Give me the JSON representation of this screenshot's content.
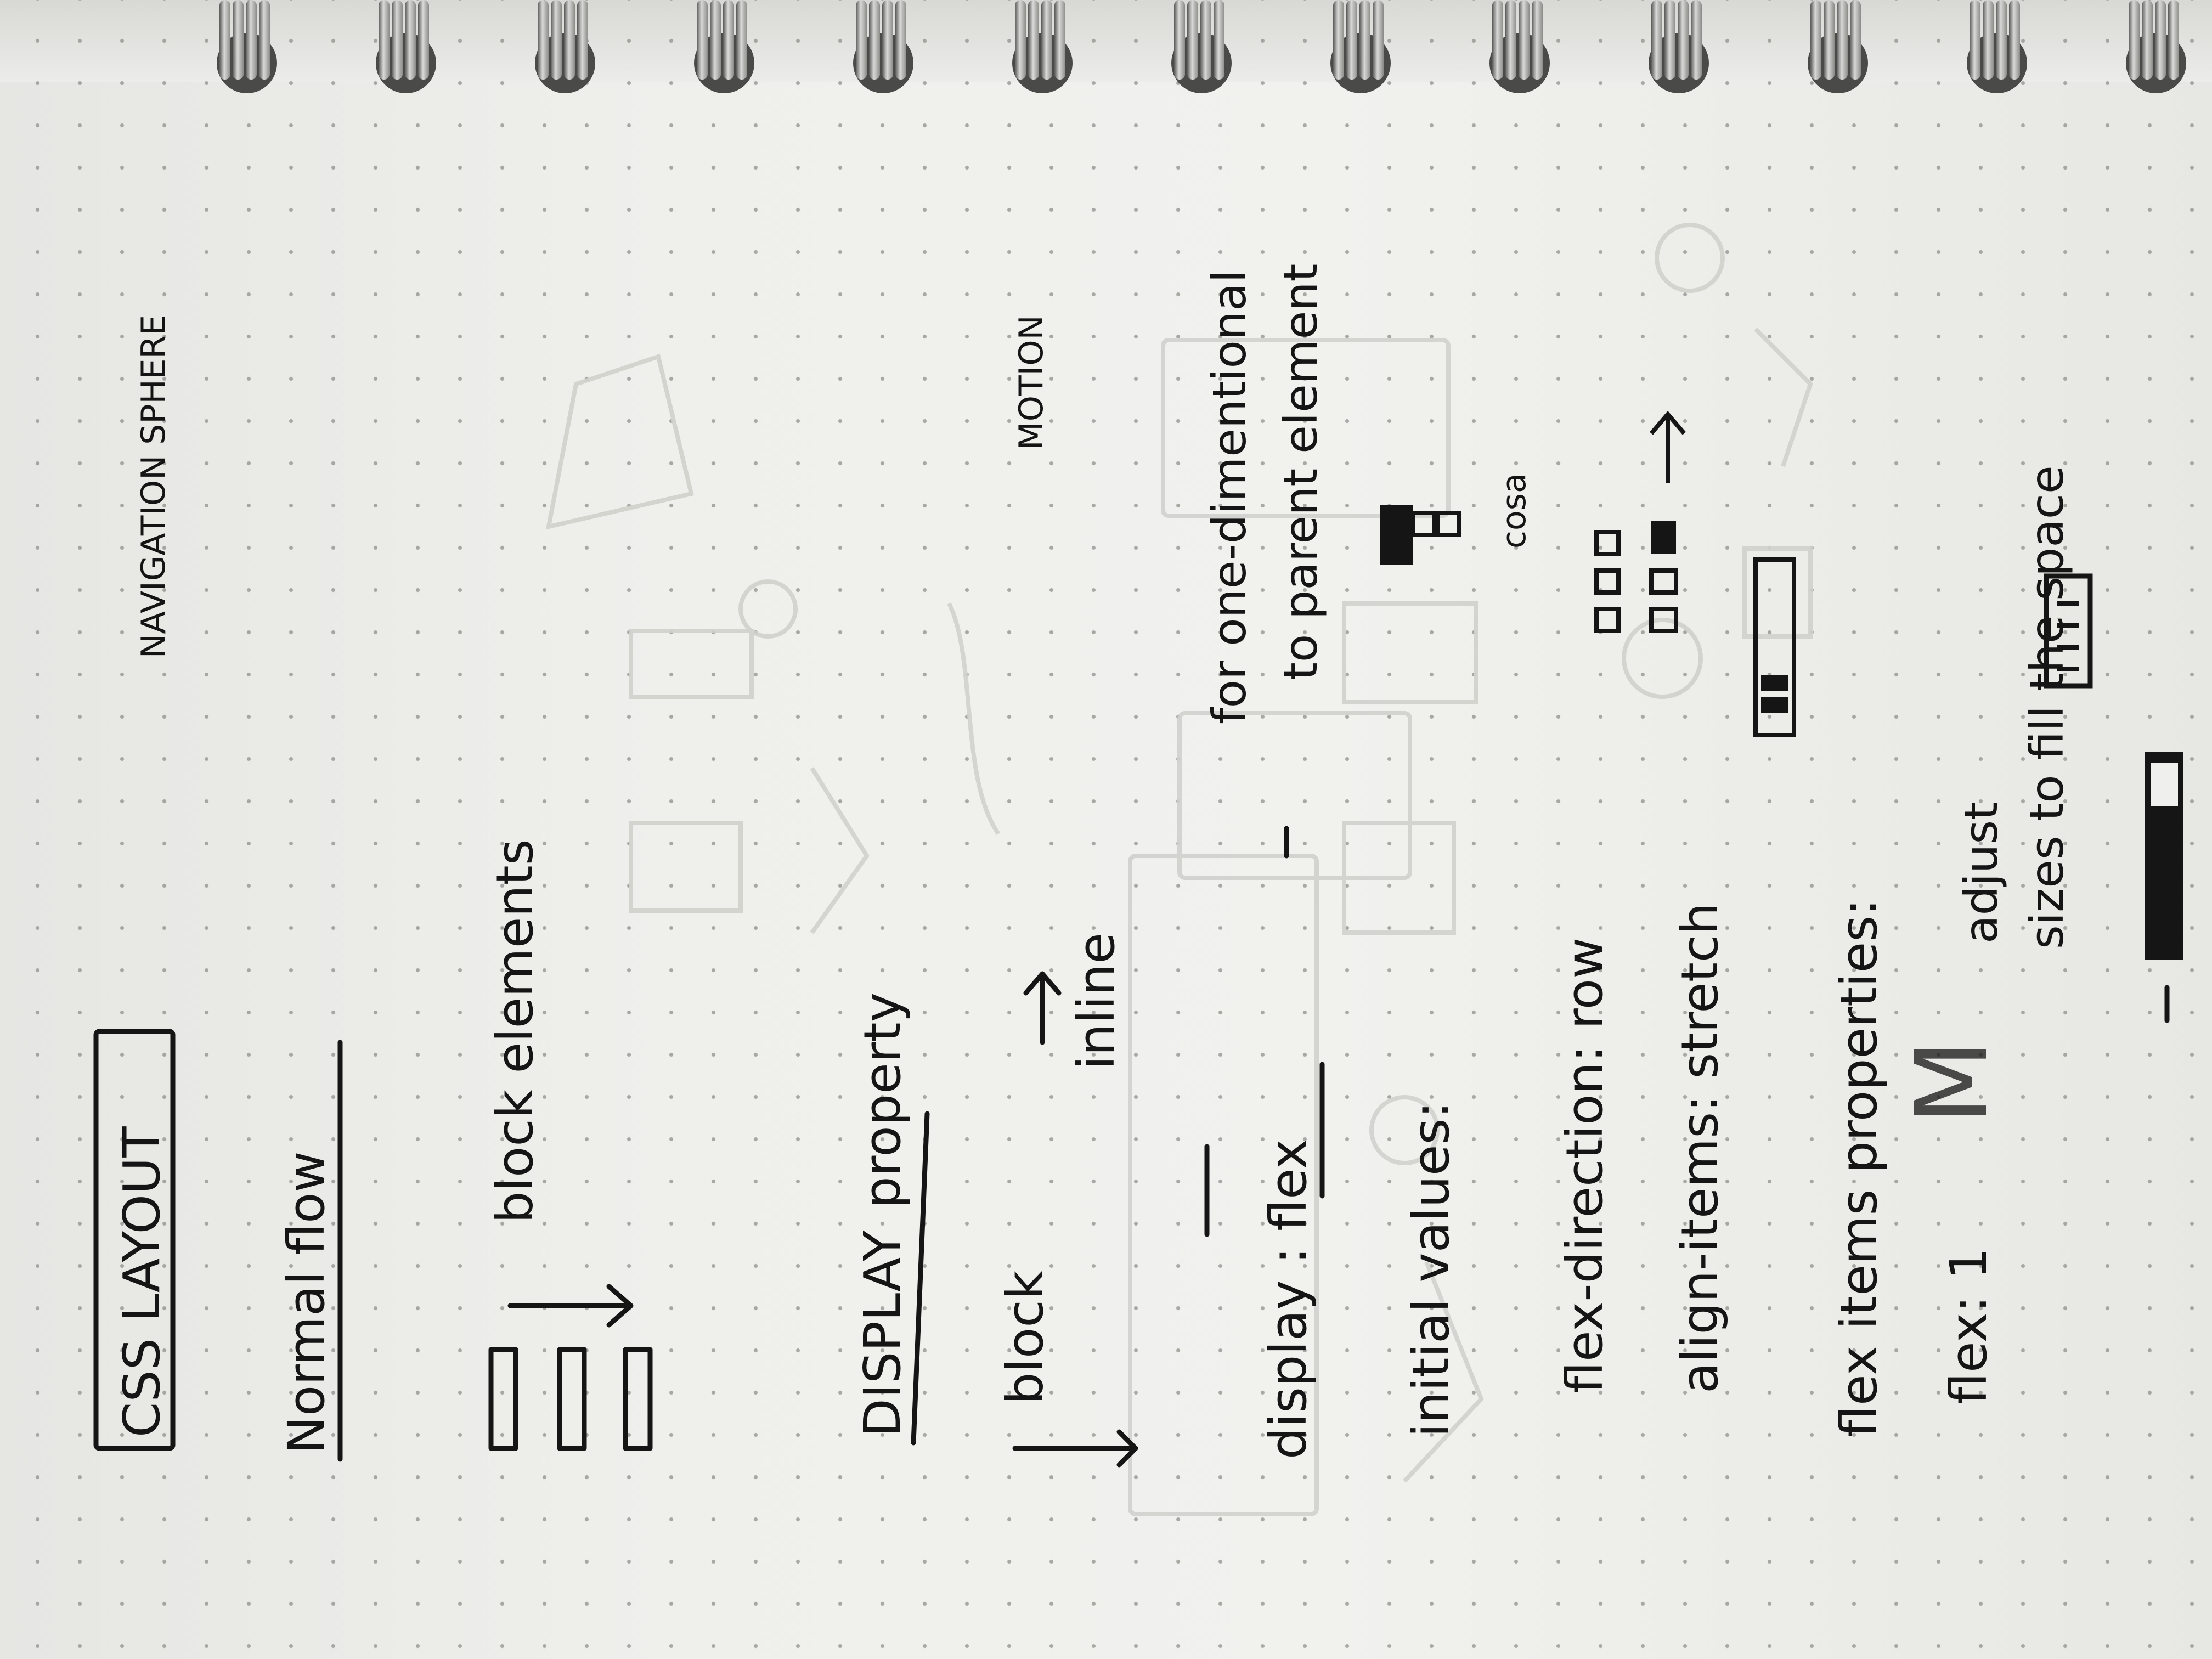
{
  "notes": {
    "title": "CSS LAYOUT",
    "normal_flow": "Normal flow",
    "block_elements": "block elements",
    "display_word": "DISPLAY",
    "display_property": "property",
    "block": "block",
    "inline": "inline",
    "display_flex": "display : flex",
    "flex_desc_1": "for one-dimentional",
    "flex_desc_2": "to parent element",
    "initial_values": "initial values:",
    "flex_direction": "flex-direction: row",
    "align_items": "align-items: stretch",
    "flex_items_properties": "flex items properties:",
    "flex_value": "flex: 1",
    "adjust": "adjust",
    "sizes_to_fill": "sizes to fill the space"
  },
  "colors": {
    "paper": "#efefed",
    "ink": "#151515",
    "dots": "#8f8f8c",
    "bleed_through": "#c9c9c6"
  }
}
